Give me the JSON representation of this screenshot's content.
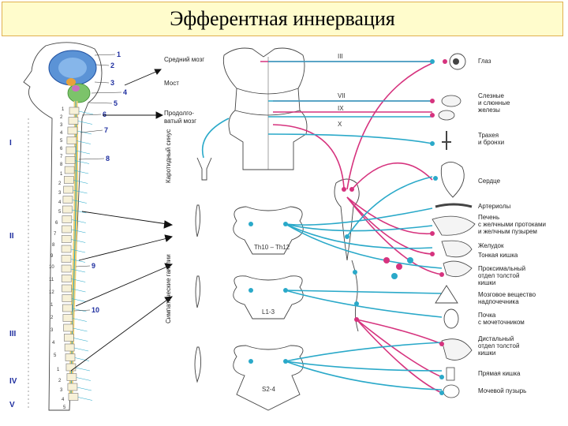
{
  "title": "Эфферентная иннервация",
  "brain_labels": {
    "midbrain": "Средний мозг",
    "pons": "Мост",
    "medulla_1": "Продолго-",
    "medulla_2": "ватый мозг"
  },
  "vertical_labels": {
    "carotid": "Каротидный синус",
    "sympathetic": "Симпатические ганглии"
  },
  "cranial_nerves": [
    "III",
    "VII",
    "IX",
    "X"
  ],
  "segment_labels": [
    "Th10 – Th12",
    "L1-3",
    "S2-4"
  ],
  "numbers": [
    "1",
    "2",
    "3",
    "4",
    "5",
    "6",
    "7",
    "8",
    "9",
    "10"
  ],
  "roman": [
    "I",
    "II",
    "III",
    "IV",
    "V"
  ],
  "organs": [
    "Глаз",
    "Слезные",
    "и слюнные",
    "железы",
    "Трахея",
    "и бронхи",
    "Сердце",
    "Артериолы",
    "Печень",
    "с желчными протоками",
    "и желчным пузырем",
    "Желудок",
    "Тонкая кишка",
    "Проксимальный",
    "отдел толстой",
    "кишки",
    "Мозговое вещество",
    "надпочечника",
    "Почка",
    "с мочеточником",
    "Дистальный",
    "отдел толстой",
    "кишки",
    "Прямая кишка",
    "Мочевой пузырь"
  ],
  "colors": {
    "sympathetic": "#2aa9c9",
    "parasympathetic": "#d6337e",
    "title_bg": "#fffccc"
  }
}
